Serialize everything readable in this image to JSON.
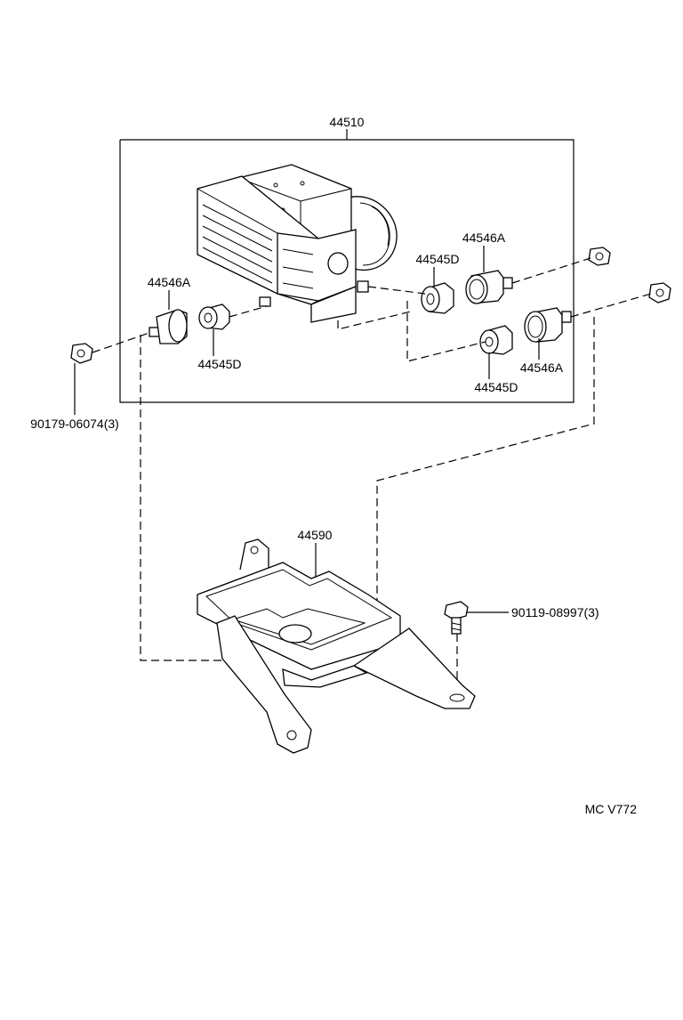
{
  "callouts": {
    "assembly": "44510",
    "insulator_a_left": "44546A",
    "insulator_d_left": "44545D",
    "insulator_d_top": "44545D",
    "insulator_a_top": "44546A",
    "insulator_d_bottom": "44545D",
    "insulator_a_bottom": "44546A",
    "nut_left": "90179-06074(3)",
    "bracket": "44590",
    "bolt": "90119-08997(3)"
  },
  "footer": {
    "code": "MC V772"
  }
}
